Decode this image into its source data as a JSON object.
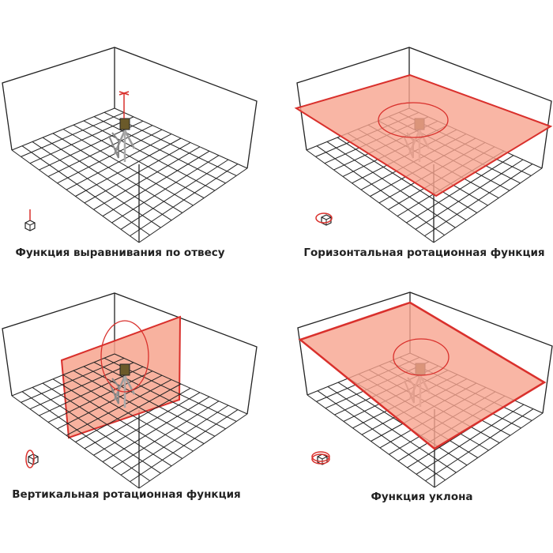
{
  "panels": [
    {
      "id": "plumb",
      "label": "Функция выравнивания по отвесу",
      "mode": "plumb"
    },
    {
      "id": "horizontal",
      "label": "Горизонтальная ротационная функция",
      "mode": "horizontal"
    },
    {
      "id": "vertical",
      "label": "Вертикальная ротационная функция",
      "mode": "vertical"
    },
    {
      "id": "slope",
      "label": "Функция уклона",
      "mode": "slope"
    }
  ],
  "colors": {
    "laser": "#d9302c",
    "plane_fill": "#f7a48e",
    "line": "#222222"
  }
}
